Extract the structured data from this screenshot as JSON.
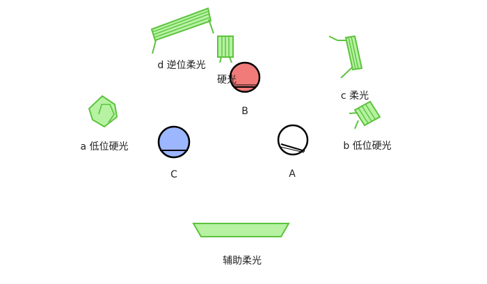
{
  "diagram": {
    "colors": {
      "fill_green": "#b6f2a2",
      "stroke_green": "#5cc23d",
      "subject_b": "#f17b79",
      "subject_c": "#9cb6ff",
      "subject_a": "#ffffff",
      "outline": "#000000",
      "text": "#222222"
    },
    "subjects": [
      {
        "id": "B",
        "label": "B"
      },
      {
        "id": "C",
        "label": "C"
      },
      {
        "id": "A",
        "label": "A"
      }
    ],
    "lights": {
      "d_backlight_soft": {
        "label": "d 逆位柔光"
      },
      "hard_light_top": {
        "label": "硬光"
      },
      "c_soft": {
        "label": "c 柔光"
      },
      "a_low_hard": {
        "label": "a 低位硬光"
      },
      "b_low_hard": {
        "label": "b 低位硬光"
      },
      "fill_soft": {
        "label": "辅助柔光"
      }
    }
  }
}
